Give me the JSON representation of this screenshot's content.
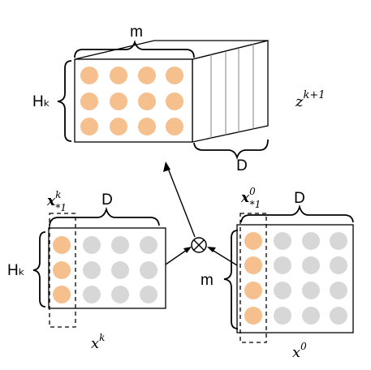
{
  "colors": {
    "orange": "#f5bf8e",
    "gray": "#d7d7d7",
    "stroke": "#000000",
    "dimline": "#808080"
  },
  "top_tensor": {
    "height_label": "Hₖ",
    "width_label": "m",
    "depth_label": "D",
    "name": {
      "base": "z",
      "sup": "k+1"
    }
  },
  "left_matrix": {
    "rows_label": "Hₖ",
    "cols_label": "D",
    "column_label": {
      "base": "x",
      "sup": "k",
      "sub": "*1"
    },
    "name": {
      "base": "x",
      "sup": "k"
    }
  },
  "right_matrix": {
    "rows_label": "m",
    "cols_label": "D",
    "column_label": {
      "base": "x",
      "sup": "0",
      "sub": "*1"
    },
    "name": {
      "base": "x",
      "sup": "0"
    }
  },
  "operator": {
    "name": "outer-product",
    "symbol": "⊗"
  }
}
